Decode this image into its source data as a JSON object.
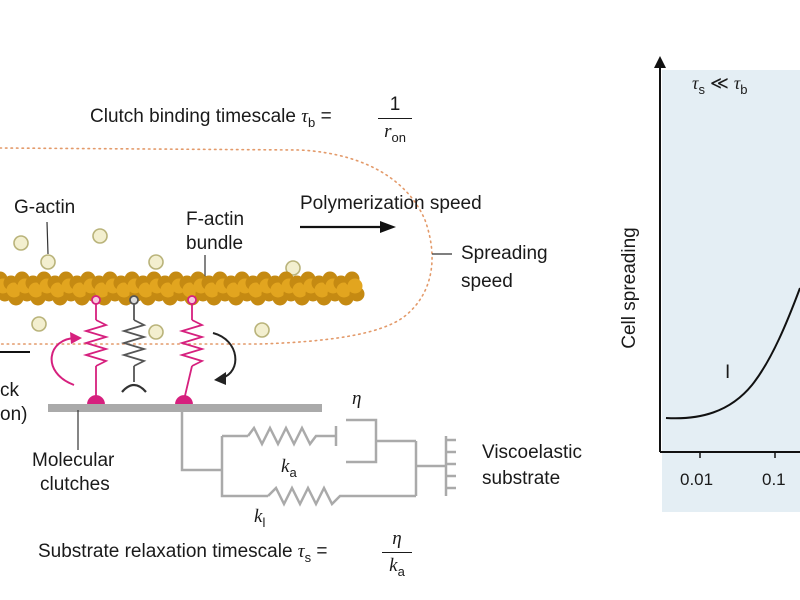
{
  "labels": {
    "clutch_binding": "Clutch binding timescale",
    "tau": "τ",
    "tau_b_sub": "b",
    "equals": "=",
    "frac_b_num": "1",
    "frac_b_den": "r",
    "frac_b_den_sub": "on",
    "g_actin": "G-actin",
    "f_actin": "F-actin",
    "bundle": "bundle",
    "polymerization_speed": "Polymerization speed",
    "spreading": "Spreading",
    "speed": "speed",
    "ck": "ck",
    "on": "on)",
    "molecular": "Molecular",
    "clutches": "clutches",
    "eta": "η",
    "k": "k",
    "k_a_sub": "a",
    "k_l_sub": "l",
    "viscoelastic": "Viscoelastic",
    "substrate": "substrate",
    "substrate_relaxation": "Substrate relaxation timescale",
    "tau_s_sub": "s",
    "frac_s_num": "η",
    "frac_s_den": "k",
    "frac_s_den_sub": "a"
  },
  "plot": {
    "region_label_tau": "τ",
    "region_label_s": "s",
    "region_label_rel": "≪",
    "region_label_b": "b",
    "ylabel": "Cell spreading",
    "regime_label": "I",
    "xticks": [
      "0.01",
      "0.1"
    ],
    "background_color": "#e4eef4"
  },
  "colors": {
    "actin": "#e2a51f",
    "actin_dark": "#c58a12",
    "g_actin_fill": "#f3efcf",
    "g_actin_stroke": "#b9b37a",
    "clutch": "#d6207e",
    "spring_gray": "#555555",
    "substrate": "#aaaaaa",
    "membrane": "#e39a6a"
  }
}
